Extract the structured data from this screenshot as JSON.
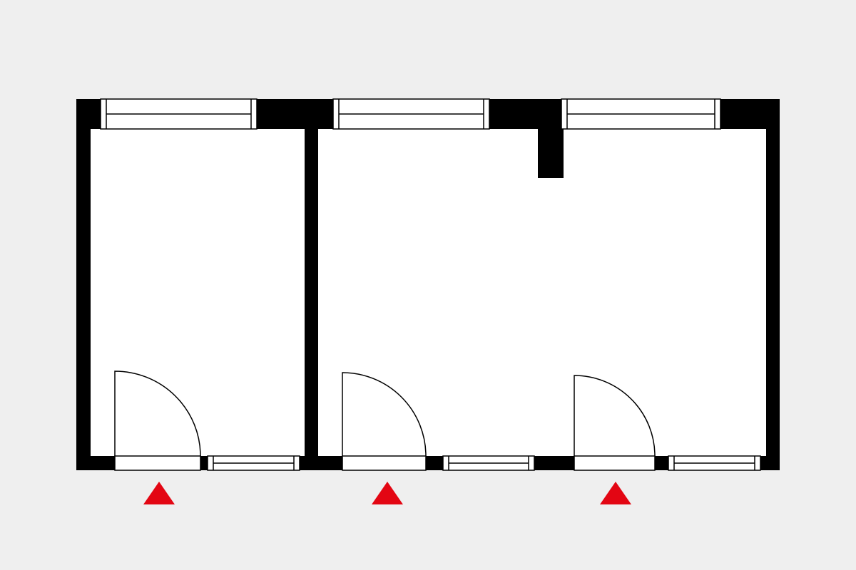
{
  "colors": {
    "background": "#efefef",
    "wall": "#000000",
    "floor": "#ffffff",
    "entrance_marker": "#e30613"
  },
  "rooms": [
    {
      "name": "room-1",
      "doors": 1,
      "windows": 2
    },
    {
      "name": "room-2",
      "doors": 2,
      "windows": 4
    }
  ],
  "entrances": 3
}
